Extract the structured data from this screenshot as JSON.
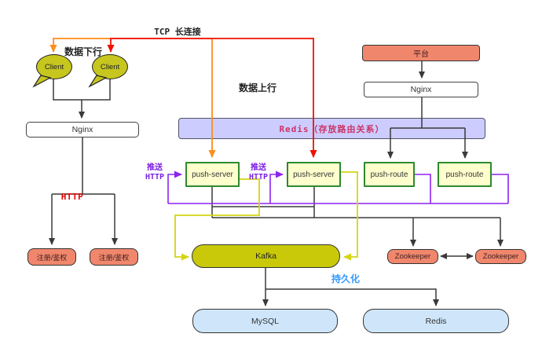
{
  "diagram": {
    "nodes": {
      "client1": "Client",
      "client2": "Client",
      "nginx_left": "Nginx",
      "auth1": "注册/鉴权",
      "auth2": "注册/鉴权",
      "push_server1": "push-server",
      "push_server2": "push-server",
      "push_route1": "push-route",
      "push_route2": "push-route",
      "redis_routing": "Redis（存放路由关系）",
      "platform": "平台",
      "nginx_right": "Nginx",
      "kafka": "Kafka",
      "zookeeper1": "Zookeeper",
      "zookeeper2": "Zookeeper",
      "mysql": "MySQL",
      "redis": "Redis"
    },
    "labels": {
      "tcp": "TCP 长连接",
      "data_down": "数据下行",
      "data_up": "数据上行",
      "http": "HTTP",
      "push1_line1": "推送",
      "push1_line2": "HTTP",
      "push2_line1": "推送",
      "push2_line2": "HTTP",
      "persistence": "持久化"
    },
    "edges": [
      "client1 + client2 → nginx_left (black)",
      "nginx_left → auth1, auth2 (black, label HTTP)",
      "client1 ↔ push_server1 (orange, TCP 长连接)",
      "client2 ↔ push_server2 (red, TCP 长连接)",
      "platform → nginx_right (black)",
      "nginx_right → push_route1, push_route2 (black, through Redis bar)",
      "push_route1 / push_route2 → push_server1 / push_server2 (purple, 推送 HTTP)",
      "push_server1 / push_server2 → kafka (yellow)",
      "push_server1 / push_server2 → zookeeper1, zookeeper2 (black)",
      "zookeeper1 ↔ zookeeper2 (black double arrow)",
      "kafka → mysql, redis (black, label 持久化)"
    ],
    "palette": {
      "salmon": "#f0876c",
      "client_olive": "#c6c61f",
      "kafka_yellow": "#c9c90a",
      "box_light_yellow": "#ffffce",
      "green_border": "#2d8a2d",
      "redis_bar_lavender": "#ccccff",
      "db_light_blue": "#cfe6fa",
      "purple_line": "#8e24f0",
      "yellow_line": "#d4d414",
      "orange_line": "#ff8c1a",
      "red_line": "#ff0000",
      "persist_blue": "#3399ff",
      "redis_text_crimson": "#cc3366",
      "black_line": "#3a3a3a"
    }
  }
}
